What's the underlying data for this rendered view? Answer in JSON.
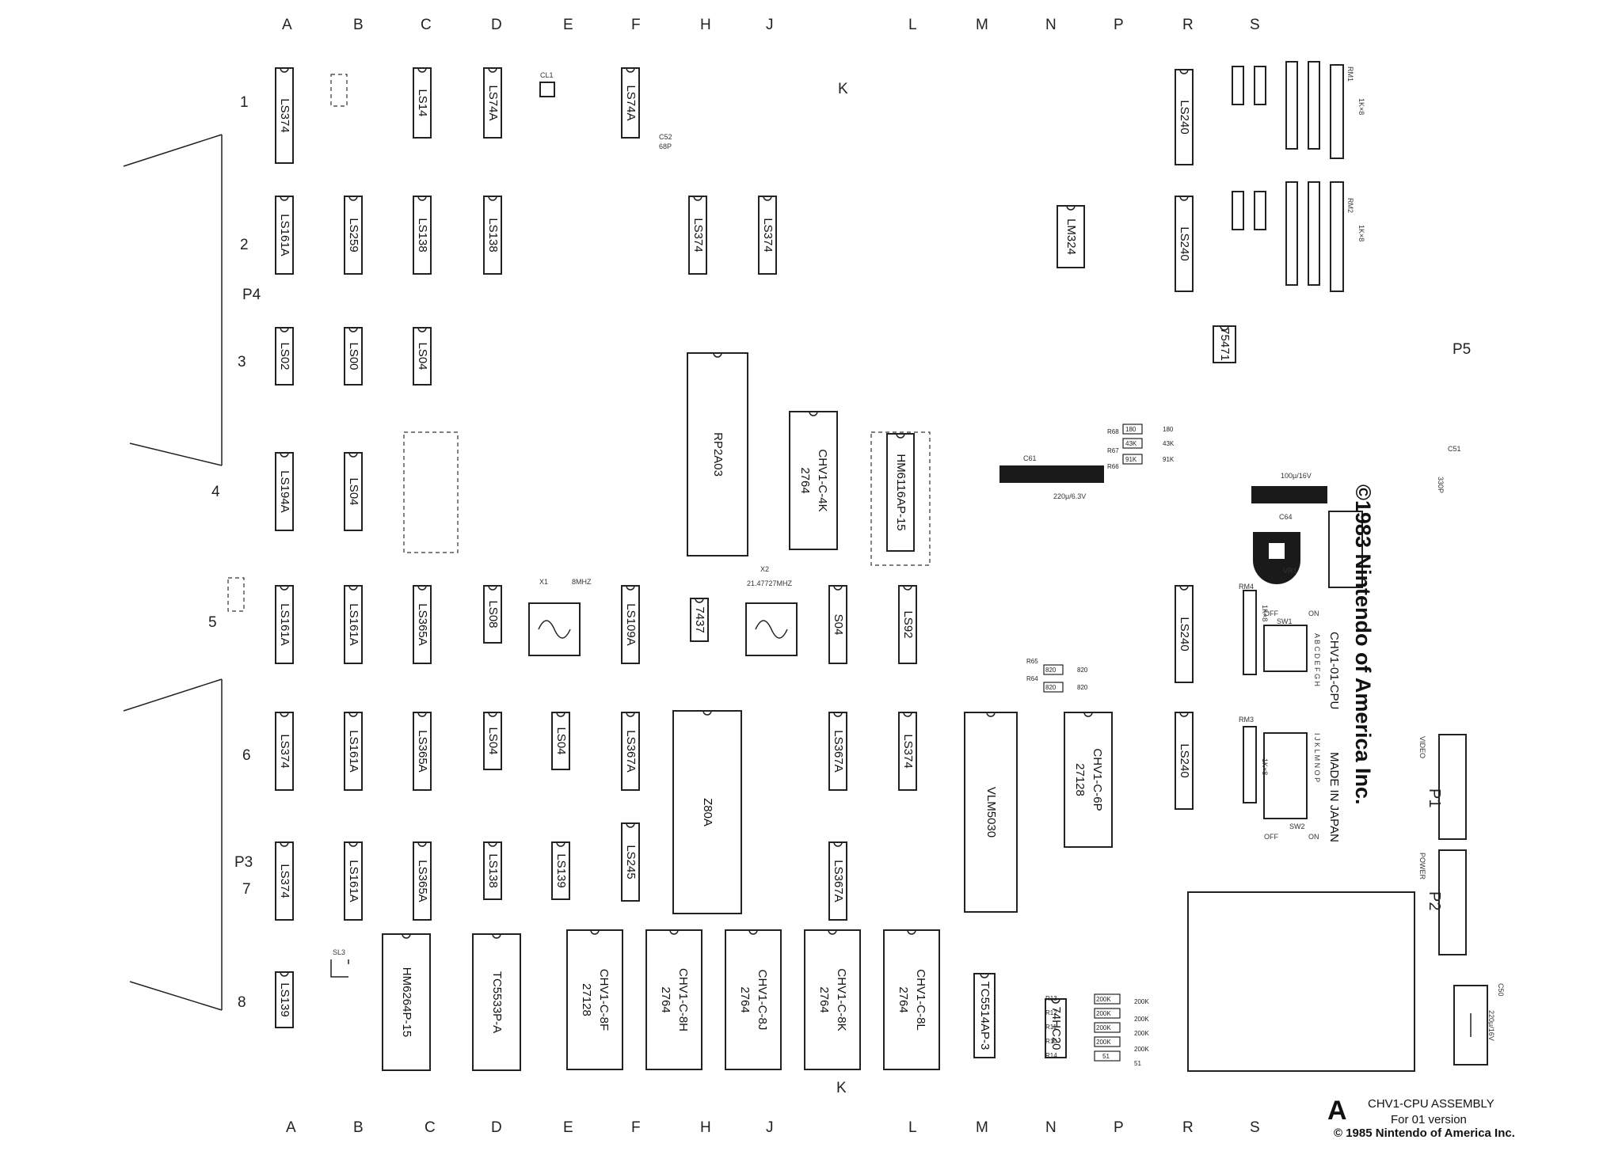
{
  "columns_top": [
    "A",
    "B",
    "C",
    "D",
    "E",
    "F",
    "H",
    "J",
    "L",
    "M",
    "N",
    "P",
    "R",
    "S"
  ],
  "columns_bottom": [
    "A",
    "B",
    "C",
    "D",
    "E",
    "F",
    "H",
    "J",
    "L",
    "M",
    "N",
    "P",
    "R",
    "S"
  ],
  "rows": [
    "1",
    "2",
    "3",
    "4",
    "5",
    "6",
    "7",
    "8"
  ],
  "k_label": "K",
  "chips": [
    {
      "name": "1A",
      "label": "LS374"
    },
    {
      "name": "1C",
      "label": "LS14"
    },
    {
      "name": "1D",
      "label": "LS74A"
    },
    {
      "name": "1F",
      "label": "LS74A"
    },
    {
      "name": "1R",
      "label": "LS240"
    },
    {
      "name": "2A",
      "label": "LS161A"
    },
    {
      "name": "2B",
      "label": "LS259"
    },
    {
      "name": "2C",
      "label": "LS138"
    },
    {
      "name": "2D",
      "label": "LS138"
    },
    {
      "name": "2H",
      "label": "LS374"
    },
    {
      "name": "2J",
      "label": "LS374"
    },
    {
      "name": "2N",
      "label": "LM324"
    },
    {
      "name": "2R",
      "label": "LS240"
    },
    {
      "name": "3A",
      "label": "LS02"
    },
    {
      "name": "3B",
      "label": "LS00"
    },
    {
      "name": "3C",
      "label": "LS04"
    },
    {
      "name": "3R",
      "label": "75471"
    },
    {
      "name": "4A",
      "label": "LS194A"
    },
    {
      "name": "4B",
      "label": "LS04"
    },
    {
      "name": "4H",
      "label": "RP2A03"
    },
    {
      "name": "4K",
      "label": "2764\nCHV1-C-4K"
    },
    {
      "name": "4L",
      "label": "HM6116AP-15"
    },
    {
      "name": "5A",
      "label": "LS161A"
    },
    {
      "name": "5B",
      "label": "LS161A"
    },
    {
      "name": "5C",
      "label": "LS365A"
    },
    {
      "name": "5D",
      "label": "LS08"
    },
    {
      "name": "5F",
      "label": "LS109A"
    },
    {
      "name": "5H",
      "label": "7437"
    },
    {
      "name": "5K",
      "label": "S04"
    },
    {
      "name": "5L",
      "label": "LS92"
    },
    {
      "name": "5R",
      "label": "LS240"
    },
    {
      "name": "6A",
      "label": "LS374"
    },
    {
      "name": "6B",
      "label": "LS161A"
    },
    {
      "name": "6C",
      "label": "LS365A"
    },
    {
      "name": "6D",
      "label": "LS04"
    },
    {
      "name": "6E",
      "label": "LS04"
    },
    {
      "name": "6F",
      "label": "LS367A"
    },
    {
      "name": "6H",
      "label": "Z80A"
    },
    {
      "name": "6K",
      "label": "LS367A"
    },
    {
      "name": "6L",
      "label": "LS374"
    },
    {
      "name": "6M",
      "label": "VLM5030"
    },
    {
      "name": "6P",
      "label": "27128\nCHV1-C-6P"
    },
    {
      "name": "6R",
      "label": "LS240"
    },
    {
      "name": "7A",
      "label": "LS374"
    },
    {
      "name": "7B",
      "label": "LS161A"
    },
    {
      "name": "7C",
      "label": "LS365A"
    },
    {
      "name": "7D",
      "label": "LS138"
    },
    {
      "name": "7E",
      "label": "LS139"
    },
    {
      "name": "7F",
      "label": "LS245"
    },
    {
      "name": "7K",
      "label": "LS367A"
    },
    {
      "name": "8A",
      "label": "LS139"
    },
    {
      "name": "8C",
      "label": "HM6264P-15"
    },
    {
      "name": "8D",
      "label": "TC5533P-A"
    },
    {
      "name": "8F",
      "label": "27128\nCHV1-C-8F"
    },
    {
      "name": "8H",
      "label": "2764\nCHV1-C-8H"
    },
    {
      "name": "8J",
      "label": "2764\nCHV1-C-8J"
    },
    {
      "name": "8K",
      "label": "2764\nCHV1-C-8K"
    },
    {
      "name": "8L",
      "label": "2764\nCHV1-C-8L"
    },
    {
      "name": "8M",
      "label": "TC5514AP-3"
    },
    {
      "name": "8N",
      "label": "74HC20"
    }
  ],
  "connectors": {
    "p4": "P4",
    "p3": "P3",
    "p5": "P5",
    "p1": "P1",
    "p2": "P2",
    "p1_desc": "VIDEO",
    "p2_desc": "POWER"
  },
  "crystals": {
    "x1": "X1",
    "x1_freq": "8MHZ",
    "x2": "X2",
    "x2_freq": "21.47727MHZ"
  },
  "switches": {
    "sw1": "SW1",
    "sw2": "SW2",
    "on": "ON",
    "off": "OFF",
    "sw1_letters": "A B C D E F G H",
    "sw2_letters": "I J K L M N O P"
  },
  "misc_labels": {
    "rm4": "RM4",
    "rm4_val": "1K×8",
    "rm3": "RM3",
    "rm3_val": "1K×8",
    "rm1": "RM1",
    "rm1_val": "1K×8",
    "rm2": "RM2",
    "rm2_val": "1K×8",
    "c61": "C61",
    "c61_val": "220μ/6.3V",
    "c64": "C64",
    "c64_val": "100μ/16V",
    "c50": "C50",
    "c50_val": "220μ/16V",
    "vr1": "VR1",
    "c51": "C51",
    "c51_val": "330P",
    "c52": "C52",
    "c52_val": "68P",
    "cl1": "CL1",
    "sl3": "SL3"
  },
  "resistor_ladder": [
    {
      "name": "R13",
      "value": "200K"
    },
    {
      "name": "R12",
      "value": "200K"
    },
    {
      "name": "R11",
      "value": "200K"
    },
    {
      "name": "R10",
      "value": "200K"
    },
    {
      "name": "R14",
      "value": "51"
    }
  ],
  "mid_resistors": [
    {
      "name": "R65",
      "value": "820"
    },
    {
      "name": "R64",
      "value": "820"
    },
    {
      "name": "R68",
      "value": "180"
    },
    {
      "name": "R67",
      "value": "43K"
    },
    {
      "name": "R66",
      "value": "91K"
    }
  ],
  "copyright_vertical": "©1983 Nintendo of America Inc.",
  "board_id": "CHV1-01-CPU",
  "made_in": "MADE IN JAPAN",
  "title_letter": "A",
  "title": "CHV1-CPU ASSEMBLY",
  "subtitle": "For 01 version",
  "footer": "© 1985 Nintendo of America Inc."
}
